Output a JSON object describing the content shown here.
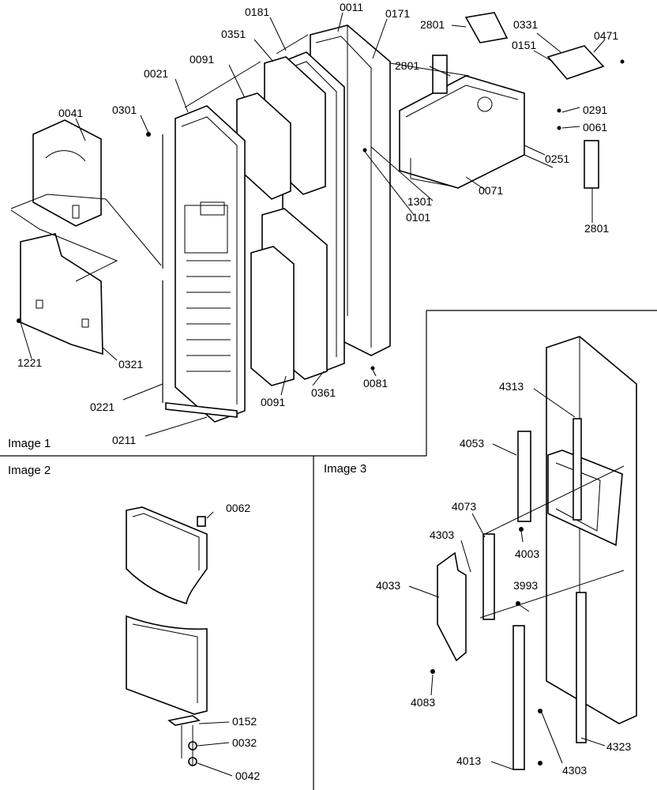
{
  "panels": {
    "image1": {
      "title": "Image 1"
    },
    "image2": {
      "title": "Image 2"
    },
    "image3": {
      "title": "Image 3"
    }
  },
  "labels": {
    "p0011": "0011",
    "p0171": "0171",
    "p0181": "0181",
    "p2801a": "2801",
    "p0331": "0331",
    "p0471": "0471",
    "p0351": "0351",
    "p0151": "0151",
    "p0091a": "0091",
    "p2801b": "2801",
    "p0021": "0021",
    "p0291": "0291",
    "p0041": "0041",
    "p0301": "0301",
    "p0061": "0061",
    "p0251": "0251",
    "p0071": "0071",
    "p1301": "1301",
    "p0101": "0101",
    "p2801c": "2801",
    "p1221": "1221",
    "p0321": "0321",
    "p0081": "0081",
    "p0221": "0221",
    "p0091b": "0091",
    "p0361": "0361",
    "p0211": "0211",
    "p0062": "0062",
    "p0152": "0152",
    "p0032": "0032",
    "p0042": "0042",
    "p4313": "4313",
    "p4053": "4053",
    "p4073": "4073",
    "p4303a": "4303",
    "p4003": "4003",
    "p4033": "4033",
    "p3993": "3993",
    "p4083": "4083",
    "p4323": "4323",
    "p4303b": "4303",
    "p4013": "4013"
  }
}
